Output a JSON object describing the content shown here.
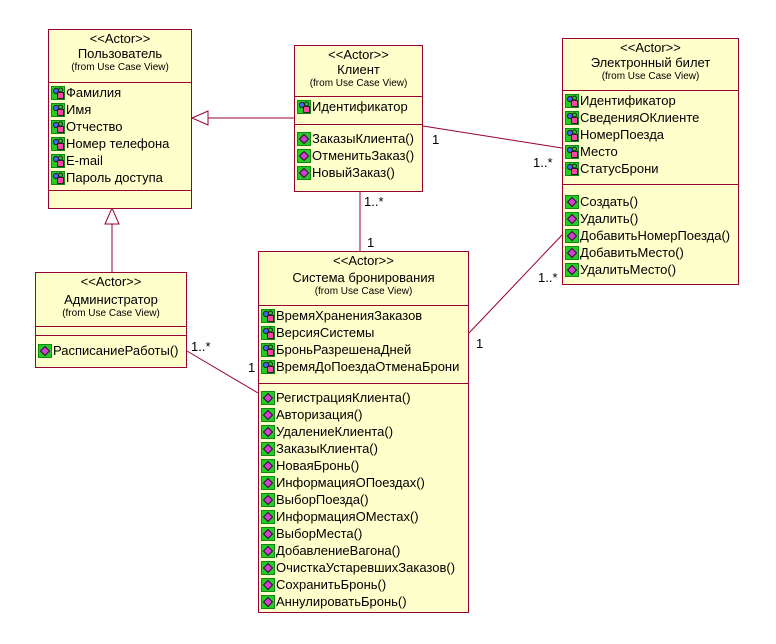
{
  "colors": {
    "box_fill": "#ffffcc",
    "box_border": "#990033",
    "line": "#990033"
  },
  "icons": {
    "attribute": "attribute-icon",
    "operation": "operation-icon"
  },
  "classes": {
    "polzovatel": {
      "stereotype": "<<Actor>>",
      "name": "Пользователь",
      "source": "(from Use Case View)",
      "attributes": [
        "Фамилия",
        "Имя",
        "Отчество",
        "Номер телефона",
        "E-mail",
        "Пароль доступа"
      ],
      "operations": []
    },
    "klient": {
      "stereotype": "<<Actor>>",
      "name": "Клиент",
      "source": "(from Use Case View)",
      "attributes": [
        "Идентификатор"
      ],
      "operations": [
        "ЗаказыКлиента()",
        "ОтменитьЗаказ()",
        "НовыйЗаказ()"
      ]
    },
    "bilet": {
      "stereotype": "<<Actor>>",
      "name": "Электронный билет",
      "source": "(from Use Case View)",
      "attributes": [
        "Идентификатор",
        "СведенияОКлиенте",
        "НомерПоезда",
        "Место",
        "СтатусБрони"
      ],
      "operations": [
        "Создать()",
        "Удалить()",
        "ДобавитьНомерПоезда()",
        "ДобавитьМесто()",
        "УдалитьМесто()"
      ]
    },
    "admin": {
      "stereotype": "<<Actor>>",
      "name": "Администратор",
      "source": "(from Use Case View)",
      "attributes": [],
      "operations": [
        "РасписаниеРаботы()"
      ]
    },
    "sistema": {
      "stereotype": "<<Actor>>",
      "name": "Система бронирования",
      "source": "(from Use Case View)",
      "attributes": [
        "ВремяХраненияЗаказов",
        "ВерсияСистемы",
        "БроньРазрешенаДней",
        "ВремяДоПоездаОтменаБрони"
      ],
      "operations": [
        "РегистрацияКлиента()",
        "Авторизация()",
        "УдалениеКлиента()",
        "ЗаказыКлиента()",
        "НоваяБронь()",
        "ИнформацияОПоездах()",
        "ВыборПоезда()",
        "ИнформацияОМестах()",
        "ВыборМеста()",
        "ДобавлениеВагона()",
        "ОчисткаУстаревшихЗаказов()",
        "СохранитьБронь()",
        "АннулироватьБронь()"
      ]
    }
  },
  "multiplicities": {
    "klient_bilet_one": "1",
    "klient_bilet_many": "1..*",
    "klient_sistema_many": "1..*",
    "klient_sistema_one": "1",
    "admin_sistema_many": "1..*",
    "admin_sistema_one": "1",
    "sistema_bilet_one": "1",
    "sistema_bilet_many": "1..*"
  }
}
